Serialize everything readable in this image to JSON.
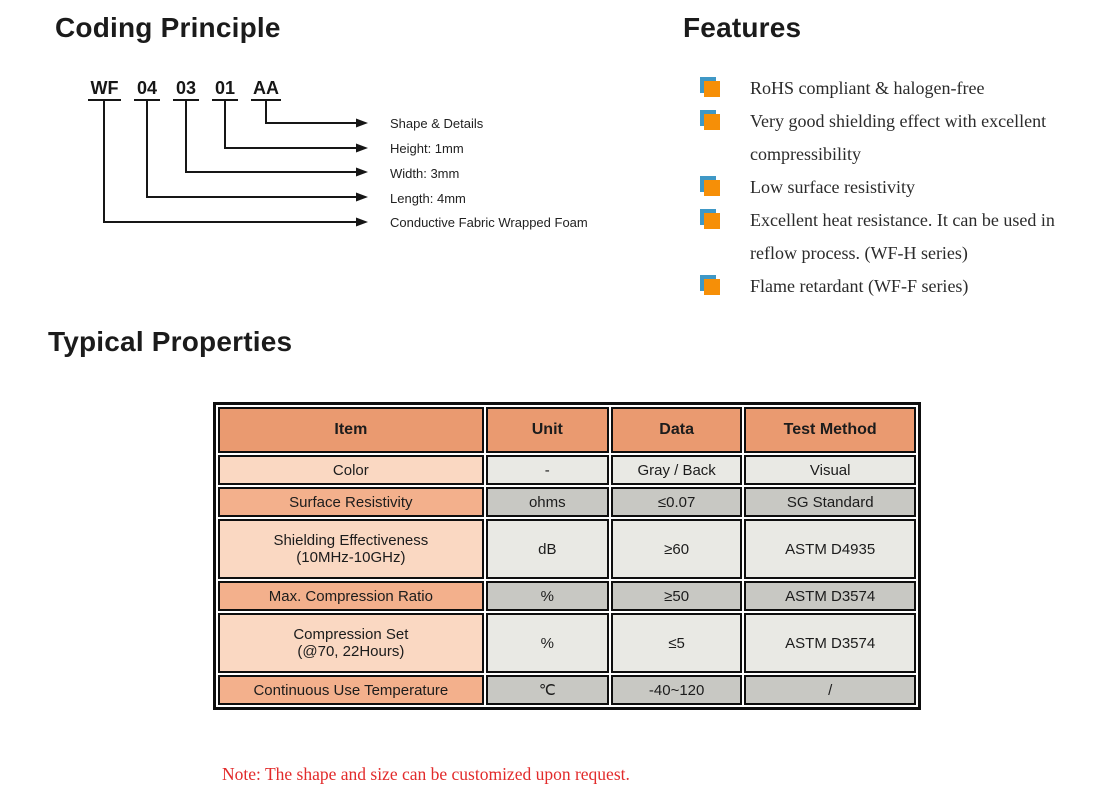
{
  "coding": {
    "title": "Coding Principle",
    "code_segments": [
      "WF",
      "04",
      "03",
      "01",
      "AA"
    ],
    "labels": [
      "Shape & Details",
      "Height: 1mm",
      "Width: 3mm",
      "Length: 4mm",
      "Conductive Fabric Wrapped Foam"
    ]
  },
  "features": {
    "title": "Features",
    "items": [
      "RoHS compliant & halogen-free",
      "Very good shielding effect with excellent compressibility",
      "Low surface resistivity",
      "Excellent heat resistance. It can be used in reflow process. (WF-H series)",
      "Flame retardant (WF-F series)"
    ]
  },
  "properties": {
    "title": "Typical Properties",
    "table": {
      "headers": [
        "Item",
        "Unit",
        "Data",
        "Test Method"
      ],
      "rows": [
        {
          "item": "Color",
          "item2": "",
          "unit": "-",
          "data": "Gray / Back",
          "method": "Visual"
        },
        {
          "item": "Surface Resistivity",
          "item2": "",
          "unit": "ohms",
          "data": "≤0.07",
          "method": "SG Standard"
        },
        {
          "item": "Shielding Effectiveness",
          "item2": "(10MHz-10GHz)",
          "unit": "dB",
          "data": "≥60",
          "method": "ASTM D4935"
        },
        {
          "item": "Max. Compression Ratio",
          "item2": "",
          "unit": "%",
          "data": "≥50",
          "method": "ASTM D3574"
        },
        {
          "item": "Compression Set",
          "item2": "(@70, 22Hours)",
          "unit": "%",
          "data": "≤5",
          "method": "ASTM D3574"
        },
        {
          "item": "Continuous Use Temperature",
          "item2": "",
          "unit": "℃",
          "data": "-40~120",
          "method": "/"
        }
      ]
    }
  },
  "note": "Note: The shape and size can be customized upon request.",
  "colors": {
    "bullet_orange": "#F68F07",
    "bullet_blue": "#3F98C6",
    "table_header": "#EA9A70",
    "item_light": "#FAD8C2",
    "item_dark": "#F3B08C",
    "cell_light": "#E9E9E4",
    "cell_dark": "#C8C8C3",
    "note_red": "#E22B2B"
  }
}
